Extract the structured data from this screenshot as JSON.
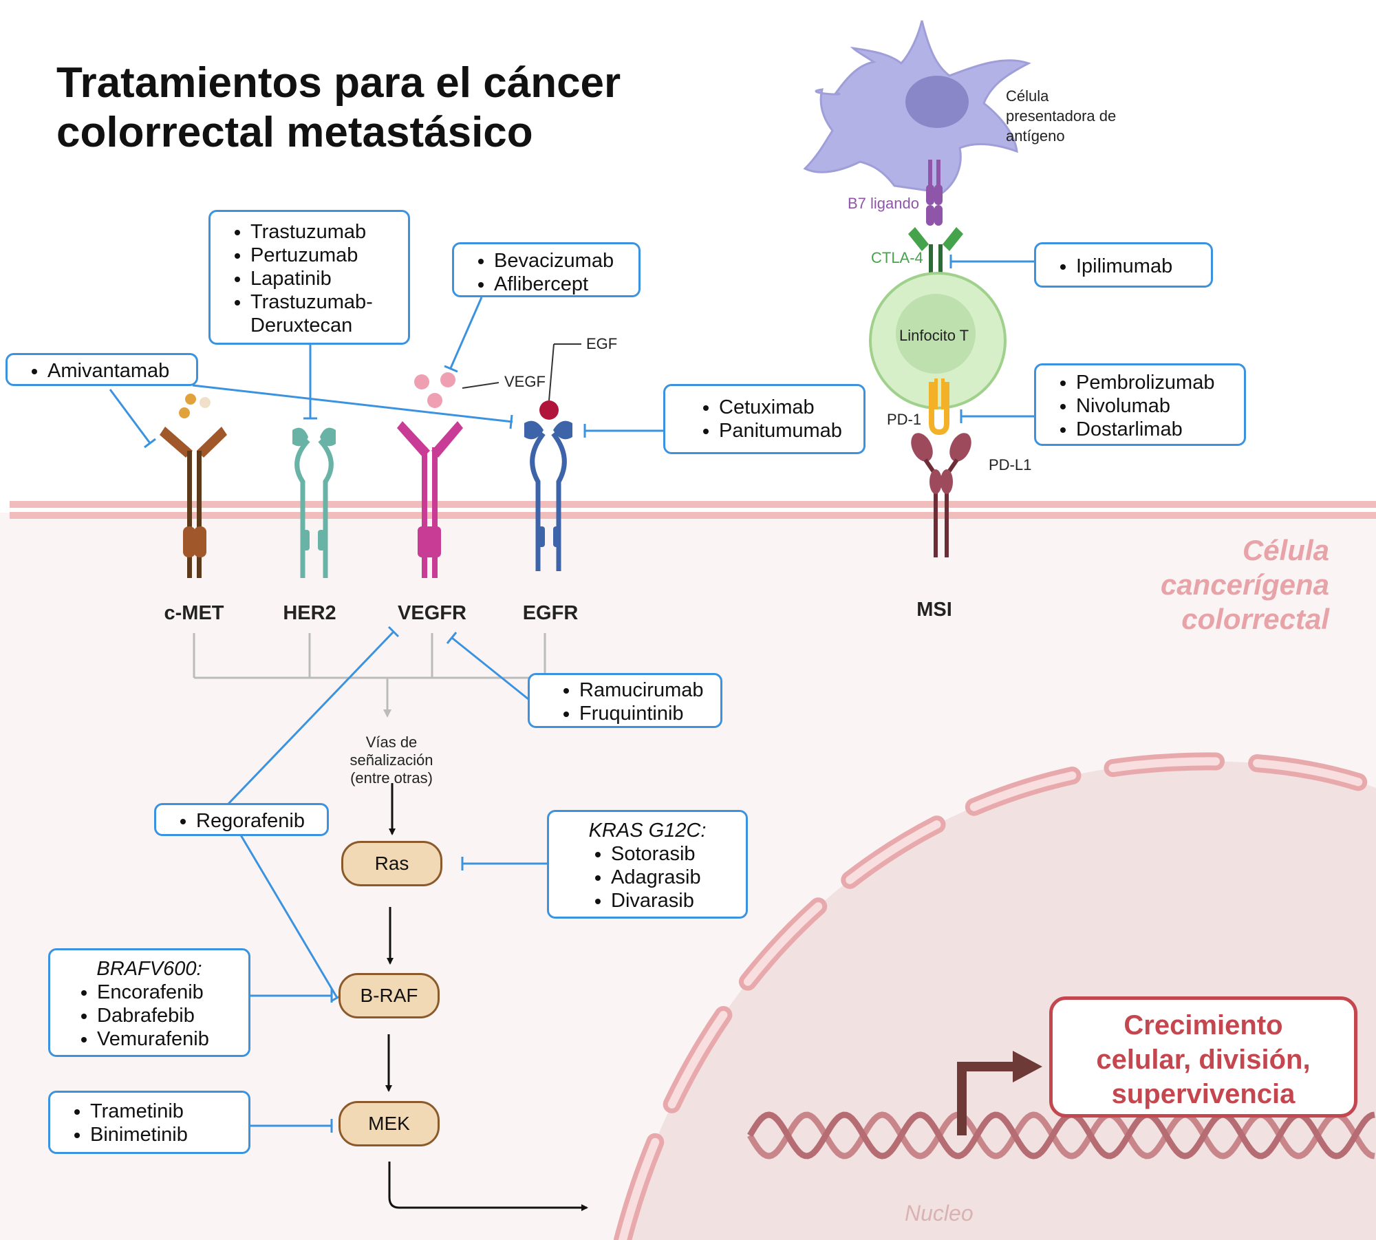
{
  "title": {
    "line1": "Tratamientos para el cáncer",
    "line2": "colorrectal metastásico"
  },
  "boxes": {
    "amivantamab": [
      "Amivantamab"
    ],
    "her2": [
      "Trastuzumab",
      "Pertuzumab",
      "Lapatinib",
      "Trastuzumab-Deruxtecan"
    ],
    "vegf": [
      "Bevacizumab",
      "Aflibercept"
    ],
    "egfr": [
      "Cetuximab",
      "Panitumumab"
    ],
    "ctla4": [
      "Ipilimumab"
    ],
    "pd1": [
      "Pembrolizumab",
      "Nivolumab",
      "Dostarlimab"
    ],
    "vegfr": [
      "Ramucirumab",
      "Fruquintinib"
    ],
    "regorafenib": [
      "Regorafenib"
    ],
    "kras": {
      "header": "KRAS G12C:",
      "items": [
        "Sotorasib",
        "Adagrasib",
        "Divarasib"
      ]
    },
    "braf": {
      "header": "BRAFV600:",
      "items": [
        "Encorafenib",
        "Dabrafebib",
        "Vemurafenib"
      ]
    },
    "mek": [
      "Trametinib",
      "Binimetinib"
    ]
  },
  "receptors": [
    "c-MET",
    "HER2",
    "VEGFR",
    "EGFR",
    "MSI"
  ],
  "ligands": {
    "vegf": "VEGF",
    "egf": "EGF"
  },
  "immune": {
    "apc": "Célula presentadora de antígeno",
    "b7": "B7 ligando",
    "ctla4": "CTLA-4",
    "tcell": "Linfocito T",
    "pd1": "PD-1",
    "pdl1": "PD-L1"
  },
  "pathway": {
    "signaling": [
      "Vías de",
      "señalización",
      "(entre otras)"
    ],
    "nodes": [
      "Ras",
      "B-RAF",
      "MEK"
    ]
  },
  "cancer_cell_label": [
    "Célula",
    "cancerígena",
    "colorrectal"
  ],
  "outcome": [
    "Crecimiento",
    "celular, división,",
    "supervivencia"
  ],
  "nucleus_label": "Nucleo",
  "colors": {
    "inhibitor": "#3b93e0",
    "cmet": "#a0582a",
    "her2": "#69b3a6",
    "vegfr": "#c83c96",
    "egfr": "#3d63a8",
    "apc": "#b3b2e6",
    "tcell": "#d7efc9",
    "outcome": "#c4474f",
    "membrane": "#f1bcbc"
  }
}
